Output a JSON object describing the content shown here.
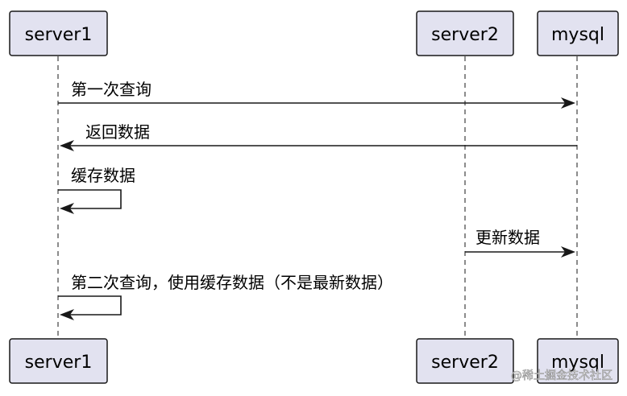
{
  "participants": {
    "server1": "server1",
    "server2": "server2",
    "mysql": "mysql"
  },
  "messages": [
    {
      "from": "server1",
      "to": "mysql",
      "label": "第一次查询"
    },
    {
      "from": "mysql",
      "to": "server1",
      "label": "返回数据"
    },
    {
      "from": "server1",
      "to": "server1",
      "label": "缓存数据"
    },
    {
      "from": "server2",
      "to": "mysql",
      "label": "更新数据"
    },
    {
      "from": "server1",
      "to": "server1",
      "label": "第二次查询，使用缓存数据（不是最新数据）"
    }
  ],
  "watermark": "@稀土掘金技术社区"
}
